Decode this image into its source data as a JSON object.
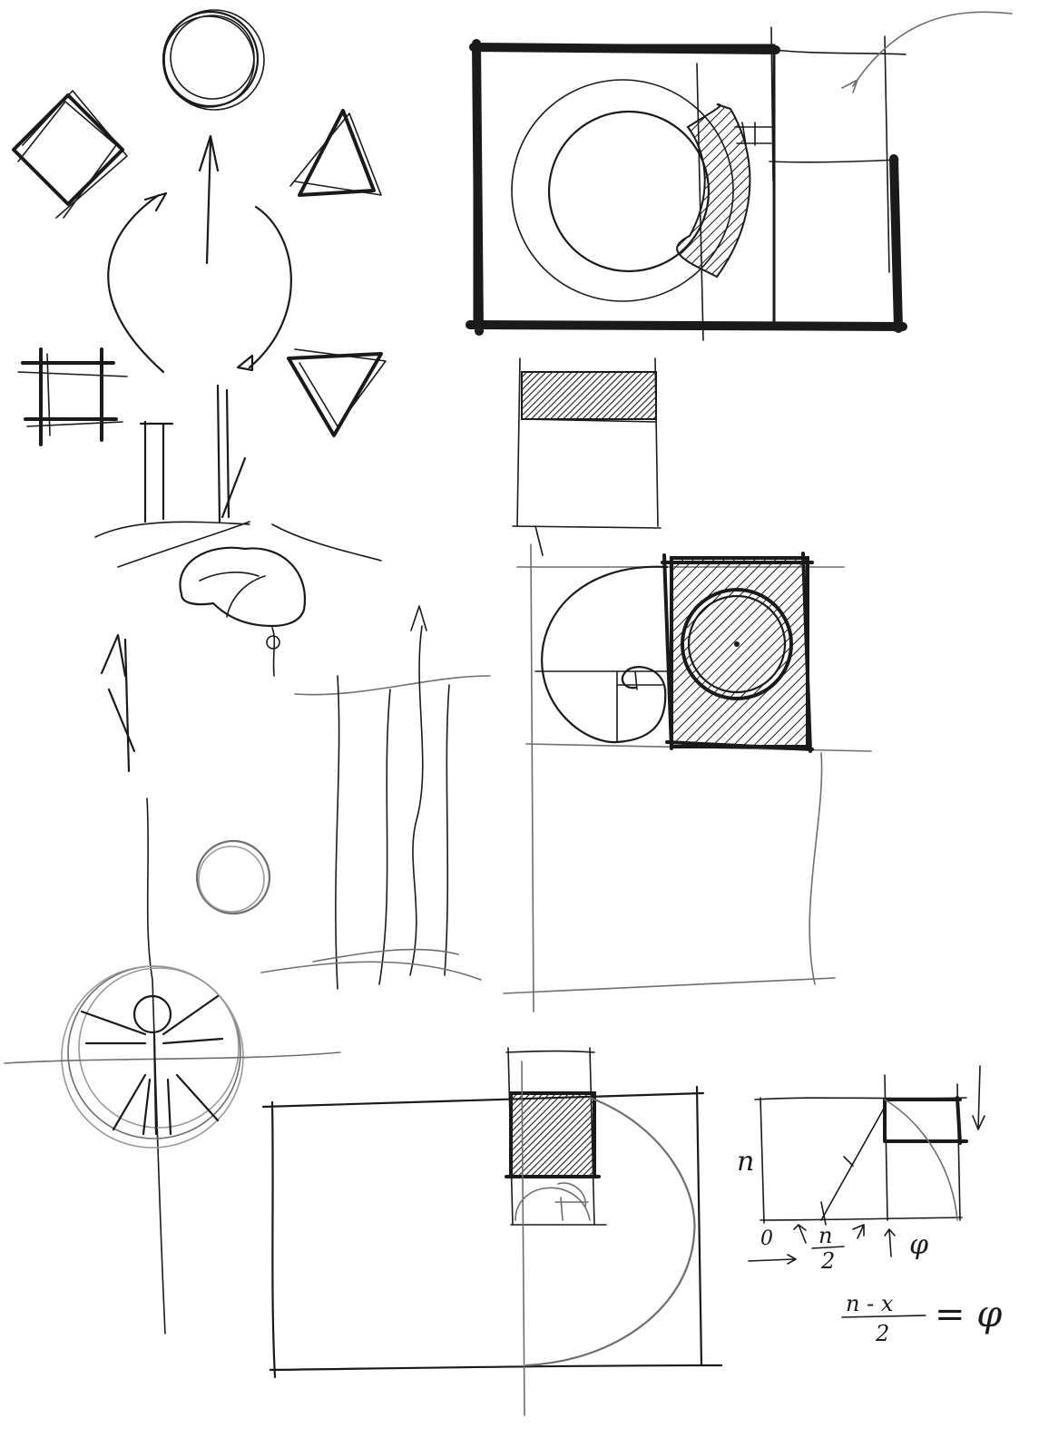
{
  "palette": {
    "ink": "#1a1a1a",
    "pencil": "#6e6e6e",
    "paper": "#ffffff"
  },
  "notes": {
    "side_label": "n",
    "origin_label": "0",
    "half_num": "n",
    "half_den": "2",
    "phi_label": "φ",
    "formula_num": "n - x",
    "formula_den": "2",
    "formula_eq": "= φ"
  }
}
